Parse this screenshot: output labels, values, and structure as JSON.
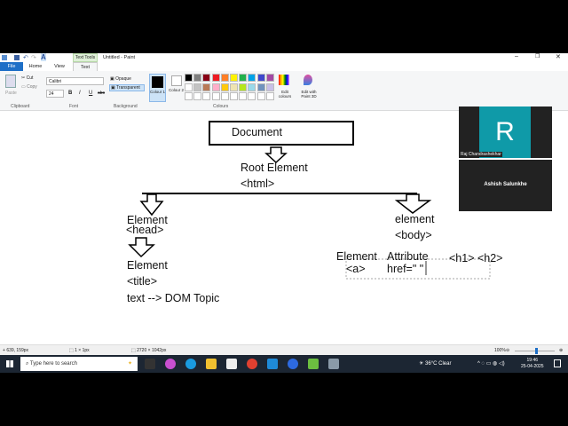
{
  "window": {
    "title": "Untitled - Paint",
    "context_tab": "Text Tools"
  },
  "tabs": [
    {
      "label": "File"
    },
    {
      "label": "Home"
    },
    {
      "label": "View"
    },
    {
      "label": "Text"
    }
  ],
  "ribbon": {
    "clipboard": {
      "paste": "Paste",
      "cut": "Cut",
      "copy": "Copy",
      "group": "Clipboard"
    },
    "font": {
      "family": "Calibri",
      "size": "24",
      "bold": "B",
      "italic": "I",
      "underline": "U",
      "strike": "abc",
      "group": "Font"
    },
    "background": {
      "opaque": "Opaque",
      "transparent": "Transparent",
      "group": "Background"
    },
    "colours": {
      "colour1": "Colour 1",
      "colour2": "Colour 2",
      "edit": "Edit colours",
      "paint3d": "Edit with Paint 3D",
      "group": "Colours",
      "row1": [
        "#000000",
        "#7f7f7f",
        "#880015",
        "#ed1c24",
        "#ff7f27",
        "#fff200",
        "#22b14c",
        "#00a2e8",
        "#3f48cc",
        "#a349a4"
      ],
      "row2": [
        "#ffffff",
        "#c3c3c3",
        "#b97a57",
        "#ffaec9",
        "#ffc90e",
        "#efe4b0",
        "#b5e61d",
        "#99d9ea",
        "#7092be",
        "#c8bfe7"
      ]
    }
  },
  "canvas": {
    "document": "Document",
    "root": "Root Element",
    "html": "<html>",
    "head_el": "Element",
    "head": "<head>",
    "title_el": "Element",
    "title": "<title>",
    "text": "text --> DOM Topic",
    "body_el": "element",
    "body": "<body>",
    "a_el": "Element",
    "a": "<a>",
    "attr": "Attribute",
    "href": "href=\" \"",
    "h": "<h1> <h2>"
  },
  "video": {
    "p1": "Raj Chandrashekhar",
    "p1_initial": "R",
    "p2": "Ashish Salunkhe",
    "accent": "#0f9aa8"
  },
  "status": {
    "cursor": "639, 159px",
    "selection": "1 × 1px",
    "size": "2720 × 1042px",
    "zoom": "100%"
  },
  "taskbar": {
    "search": "Type here to search",
    "weather": "36°C  Clear",
    "time": "19:46",
    "date": "25-04-2025"
  }
}
